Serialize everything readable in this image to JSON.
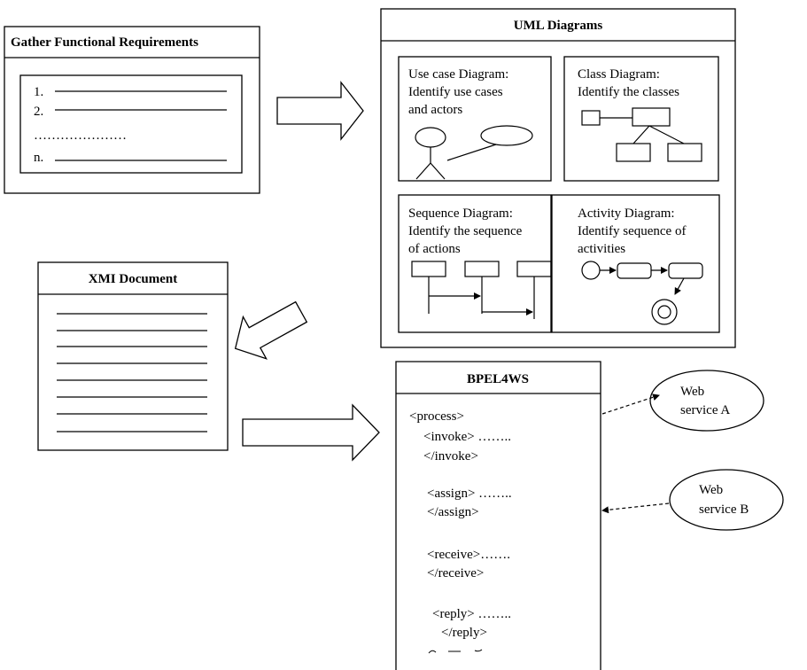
{
  "requirements": {
    "title": "Gather Functional Requirements",
    "item1": "1.",
    "item2": "2.",
    "ellipsis": "…………………",
    "itemn": "n."
  },
  "uml": {
    "title": "UML Diagrams",
    "use_case": [
      "Use case Diagram:",
      "Identify use cases",
      "and actors"
    ],
    "class": [
      "Class Diagram:",
      "Identify the classes"
    ],
    "sequence": [
      "Sequence Diagram:",
      "Identify the sequence",
      "of actions"
    ],
    "activity": [
      "Activity Diagram:",
      "Identify sequence of",
      "activities"
    ]
  },
  "xmi": {
    "title": "XMI Document"
  },
  "bpel": {
    "title": "BPEL4WS",
    "lines": [
      "<process>",
      "<invoke> ……..",
      "</invoke>",
      "<assign> ……..",
      "</assign>",
      "<receive>…….",
      "</receive>",
      "<reply> ……..",
      "</reply>"
    ]
  },
  "services": {
    "a": [
      "Web",
      "service A"
    ],
    "b": [
      "Web",
      "service B"
    ]
  }
}
